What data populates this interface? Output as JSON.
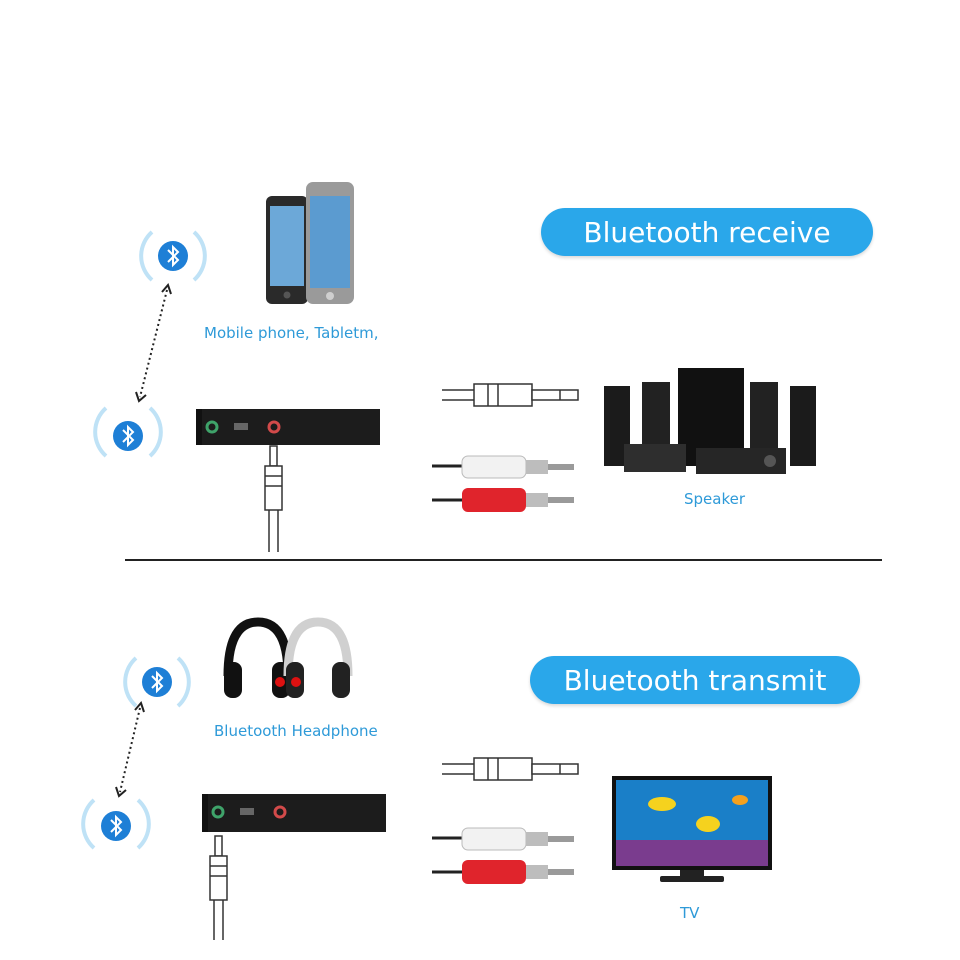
{
  "receive": {
    "title": "Bluetooth receive",
    "device_caption": "Mobile phone, Tabletm,",
    "output_caption": "Speaker"
  },
  "transmit": {
    "title": "Bluetooth transmit",
    "device_caption": "Bluetooth Headphone",
    "output_caption": "TV"
  },
  "colors": {
    "accent": "#2aa7ea",
    "caption": "#2e9ad8",
    "bluetooth": "#1e7fd6",
    "device_body": "#1c1c1c",
    "jack_green": "#3fa36a",
    "jack_red": "#d24a4a",
    "rca_red": "#e0242c",
    "rca_white": "#f2f2f2"
  },
  "icons": [
    "bluetooth-icon",
    "smartphone-icon",
    "headphones-icon",
    "speaker-system-icon",
    "tv-icon",
    "audio-jack-icon",
    "rca-cable-icon",
    "bluetooth-adapter-icon"
  ]
}
